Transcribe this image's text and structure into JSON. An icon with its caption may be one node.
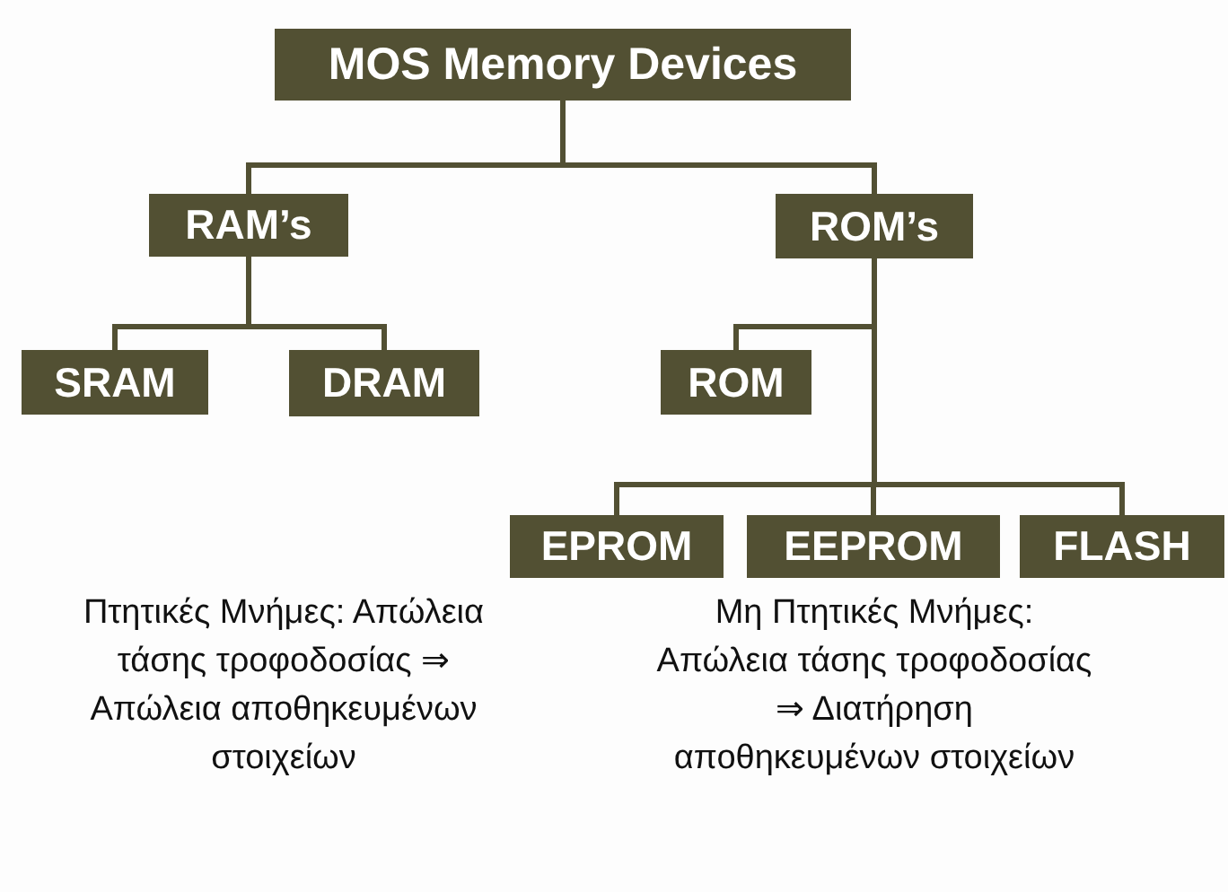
{
  "diagram": {
    "nodes": [
      {
        "text": [
          "MOS Memory Devices"
        ]
      },
      {
        "text": [
          "RAM’s"
        ]
      },
      {
        "text": [
          "ROM’s"
        ]
      },
      {
        "text": [
          "SRAM"
        ]
      },
      {
        "text": [
          "DRAM"
        ]
      },
      {
        "text": [
          "ROM"
        ]
      },
      {
        "text": [
          "EPROM"
        ]
      },
      {
        "text": [
          "EEPROM"
        ]
      },
      {
        "text": [
          "FLASH"
        ]
      }
    ],
    "edges": [
      {
        "from": 0,
        "to": 1,
        "arrow": "none"
      },
      {
        "from": 0,
        "to": 2,
        "arrow": "none"
      },
      {
        "from": 1,
        "to": 3,
        "arrow": "none"
      },
      {
        "from": 1,
        "to": 4,
        "arrow": "none"
      },
      {
        "from": 2,
        "to": 5,
        "arrow": "none"
      },
      {
        "from": 2,
        "to": 6,
        "arrow": "none"
      },
      {
        "from": 2,
        "to": 7,
        "arrow": "none"
      },
      {
        "from": 2,
        "to": 8,
        "arrow": "none"
      }
    ],
    "labels": [
      "Πτητικές Μνήμες: Απώλεια τάσης τροφοδοσίας ⇒ Απώλεια αποθηκευμένων στοιχείων",
      "Μη Πτητικές Μνήμες: Απώλεια τάσης τροφοδοσίας ⇒ Διατήρηση αποθηκευμένων στοιχείων"
    ]
  }
}
